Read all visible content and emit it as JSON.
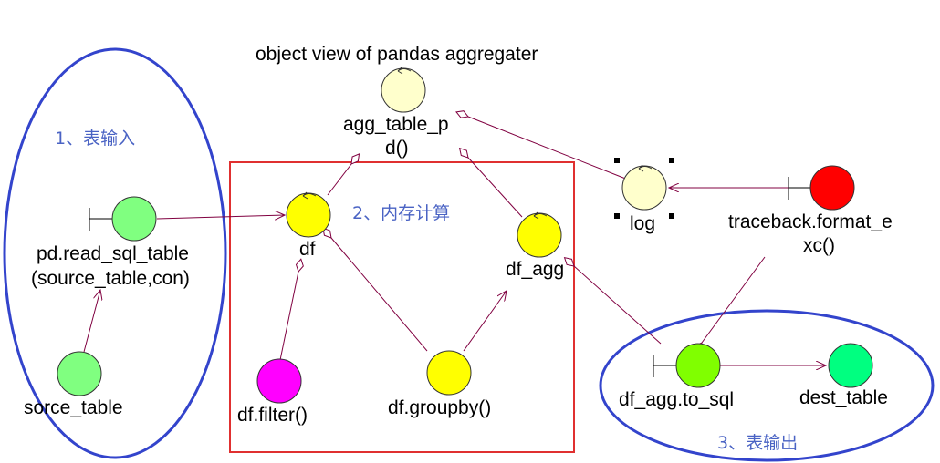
{
  "title": "object view of pandas aggregater",
  "groups": {
    "input": "1、表输入",
    "compute": "2、内存计算",
    "output": "3、表输出"
  },
  "nodes": {
    "agg_table_pd": [
      "agg_table_p",
      "d()"
    ],
    "read_sql": [
      "pd.read_sql_table",
      "(source_table,con)"
    ],
    "source_table": "sorce_table",
    "df": "df",
    "df_agg": "df_agg",
    "df_filter": "df.filter()",
    "df_groupby": "df.groupby()",
    "log": "log",
    "traceback": [
      "traceback.format_e",
      "xc()"
    ],
    "to_sql": "df_agg.to_sql",
    "dest_table": "dest_table"
  },
  "colors": {
    "green": "#80ff80",
    "yellow": "#ffff00",
    "cream": "#ffffcc",
    "magenta": "#ff00ff",
    "red": "#ff0000",
    "lime": "#80ff00",
    "mint": "#00ff80",
    "ellipse": "#3344cc",
    "frame": "#e03030",
    "connector": "#800040"
  }
}
